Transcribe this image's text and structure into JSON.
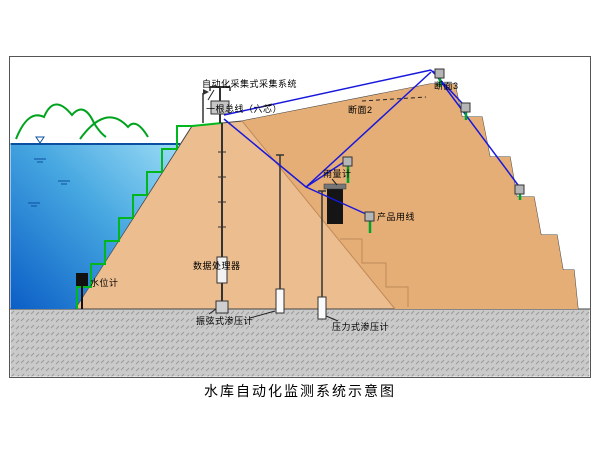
{
  "diagram": {
    "title": "水库自动化监测系统示意图",
    "labels": {
      "collection_system": "自动化采集式采集系统",
      "bus_line": "一根总线（六芯）",
      "section_2": "断面2",
      "section_3": "断面3",
      "rain_gauge": "雨量计",
      "product_line": "产品用线",
      "water_level_gauge": "水位计",
      "data_processor": "数据处理器",
      "vibrating_wire_piezometer": "振弦式渗压计",
      "pressure_piezometer": "压力式渗压计"
    },
    "colors": {
      "water_light": "#9bdcf6",
      "water_deep": "#0b5ec6",
      "terrain_tan": "#ecbd8e",
      "terrain_shade": "#e5ae77",
      "ground_gray": "#cacaca",
      "cable_blue": "#1818dd",
      "vegetation_green": "#00a31e",
      "revetment_green": "#00b81e",
      "sensor_gray": "#b5b5b5"
    }
  }
}
